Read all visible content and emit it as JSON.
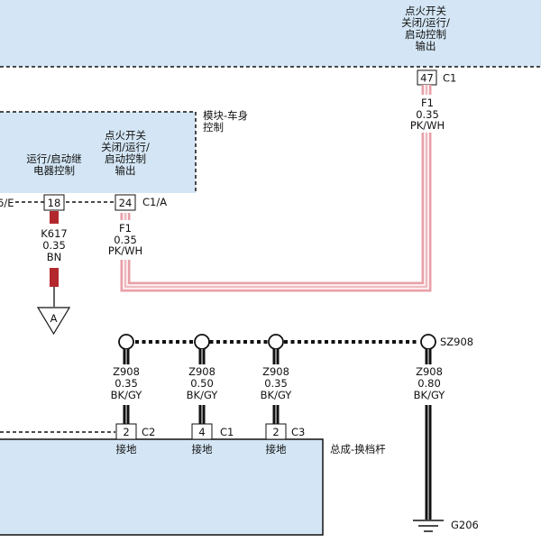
{
  "colors": {
    "module_fill": "#d4e6f5",
    "pink_wire": "#e8a0a8",
    "pink_core": "#fbeaec",
    "brown_wire": "#b3282d",
    "ground_wire": "#111111"
  },
  "top_module": {
    "function_lines": [
      "点火开关",
      "关闭/运行/",
      "启动控制",
      "输出"
    ],
    "pin": "47",
    "connector": "C1"
  },
  "bcm": {
    "name_lines": [
      "模块-车身",
      "控制"
    ],
    "left_function_lines": [
      "运行/启动继",
      "电器控制"
    ],
    "right_function_lines": [
      "点火开关",
      "关闭/运行/",
      "启动控制",
      "输出"
    ],
    "left_edge_label": "6/E",
    "pin_left": "18",
    "pin_right": "24",
    "connector": "C1/A"
  },
  "wires": {
    "f1_top": {
      "circuit": "F1",
      "gauge": "0.35",
      "color": "PK/WH"
    },
    "f1_bcm": {
      "circuit": "F1",
      "gauge": "0.35",
      "color": "PK/WH"
    },
    "k617": {
      "circuit": "K617",
      "gauge": "0.35",
      "color": "BN"
    }
  },
  "reference_arrow": {
    "label": "A"
  },
  "splice": {
    "name": "SZ908"
  },
  "ground_wires": [
    {
      "circuit": "Z908",
      "gauge": "0.35",
      "color": "BK/GY",
      "pin": "2",
      "connector": "C2",
      "function": "接地"
    },
    {
      "circuit": "Z908",
      "gauge": "0.50",
      "color": "BK/GY",
      "pin": "4",
      "connector": "C1",
      "function": "接地"
    },
    {
      "circuit": "Z908",
      "gauge": "0.35",
      "color": "BK/GY",
      "pin": "2",
      "connector": "C3",
      "function": "接地"
    },
    {
      "circuit": "Z908",
      "gauge": "0.80",
      "color": "BK/GY"
    }
  ],
  "shifter": {
    "name": "总成-换档杆"
  },
  "ground": {
    "name": "G206"
  }
}
